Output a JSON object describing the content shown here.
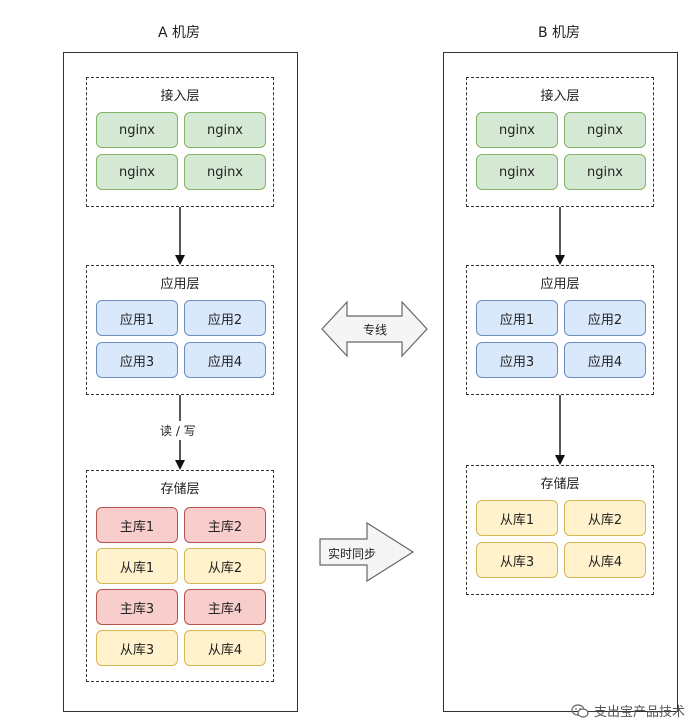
{
  "room_a": {
    "title": "A 机房",
    "access": {
      "title": "接入层",
      "nodes": [
        "nginx",
        "nginx",
        "nginx",
        "nginx"
      ]
    },
    "app": {
      "title": "应用层",
      "nodes": [
        "应用1",
        "应用2",
        "应用3",
        "应用4"
      ]
    },
    "storage": {
      "title": "存储层",
      "nodes": [
        "主库1",
        "主库2",
        "从库1",
        "从库2",
        "主库3",
        "主库4",
        "从库3",
        "从库4"
      ]
    },
    "edge_label": "读 / 写"
  },
  "room_b": {
    "title": "B 机房",
    "access": {
      "title": "接入层",
      "nodes": [
        "nginx",
        "nginx",
        "nginx",
        "nginx"
      ]
    },
    "app": {
      "title": "应用层",
      "nodes": [
        "应用1",
        "应用2",
        "应用3",
        "应用4"
      ]
    },
    "storage": {
      "title": "存储层",
      "nodes": [
        "从库1",
        "从库2",
        "从库3",
        "从库4"
      ]
    }
  },
  "links": {
    "dedicated_line": "专线",
    "realtime_sync": "实时同步"
  },
  "watermark": "支出宝产品技术",
  "colors": {
    "access": "#d5e8d4",
    "app": "#dae8fc",
    "primary_db": "#f8cecc",
    "replica_db": "#fff2cc"
  }
}
